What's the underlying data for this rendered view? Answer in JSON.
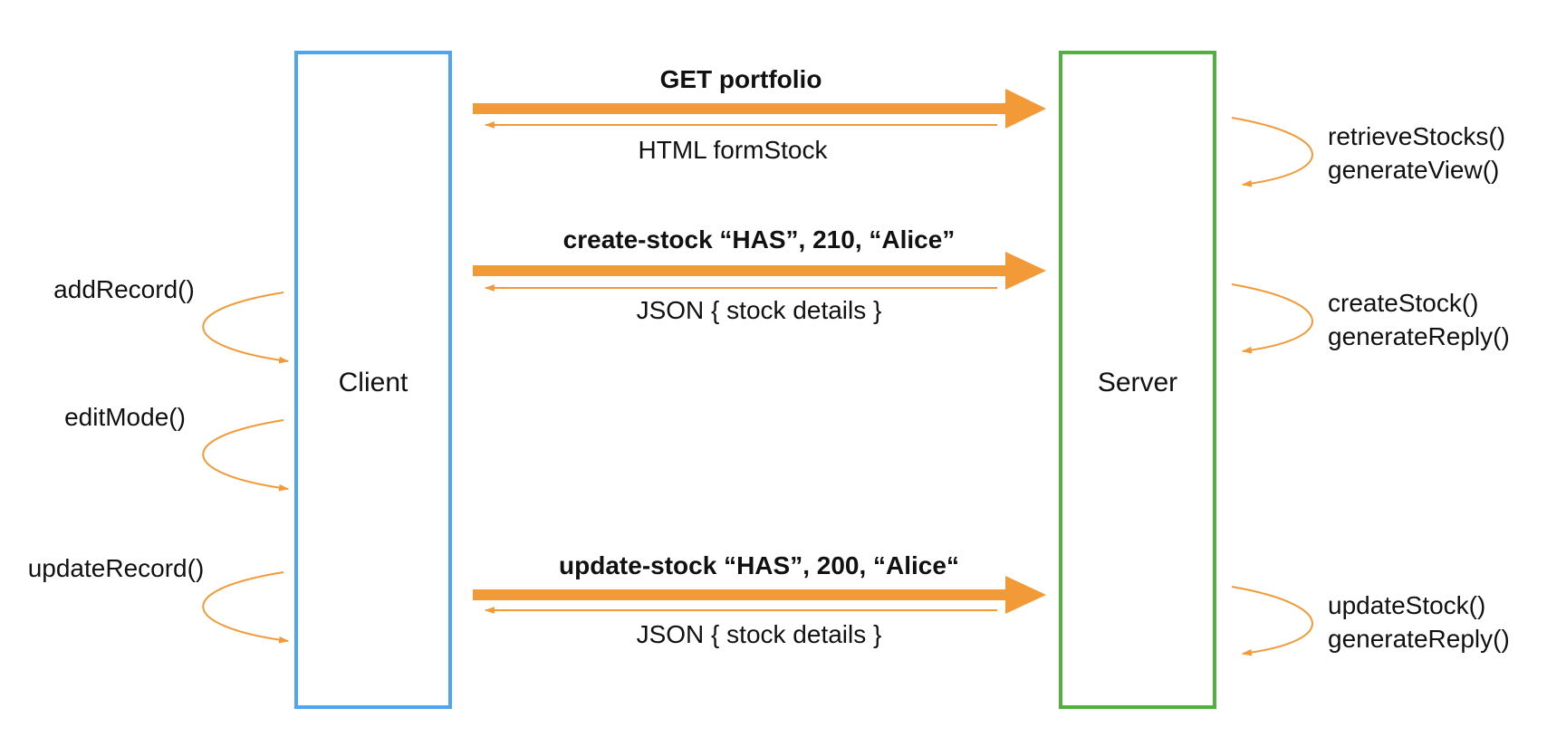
{
  "colors": {
    "client": "#4ea6f2",
    "server": "#52b13c",
    "arrow": "#f29a38",
    "text": "#111111"
  },
  "client": {
    "label": "Client"
  },
  "server": {
    "label": "Server"
  },
  "exchanges": [
    {
      "request": "GET portfolio",
      "response": "HTML formStock"
    },
    {
      "request": "create-stock “HAS”, 210, “Alice”",
      "response": "JSON { stock details }"
    },
    {
      "request": "update-stock “HAS”, 200, “Alice“",
      "response": "JSON { stock details }"
    }
  ],
  "client_calls": [
    "addRecord()",
    "editMode()",
    "updateRecord()"
  ],
  "server_calls": [
    [
      "retrieveStocks()",
      "generateView()"
    ],
    [
      "createStock()",
      "generateReply()"
    ],
    [
      "updateStock()",
      "generateReply()"
    ]
  ]
}
